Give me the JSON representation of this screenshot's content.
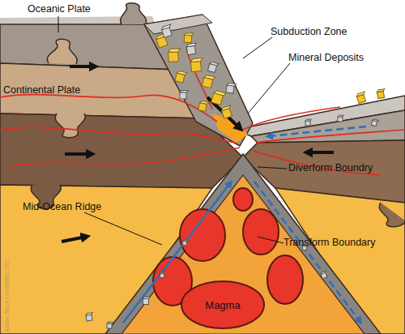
{
  "diagram": {
    "nodes": [
      {
        "text": [
          "Magma"
        ]
      }
    ],
    "labels": [
      "Oceanic Plate",
      "Subduction Zone",
      "Mineral Deposits",
      "Continental Plate",
      "Diverform Boundry",
      "Mid-Ocean Ridge",
      "Transform Boundary",
      "Adobe Stock | #1856831709"
    ]
  }
}
